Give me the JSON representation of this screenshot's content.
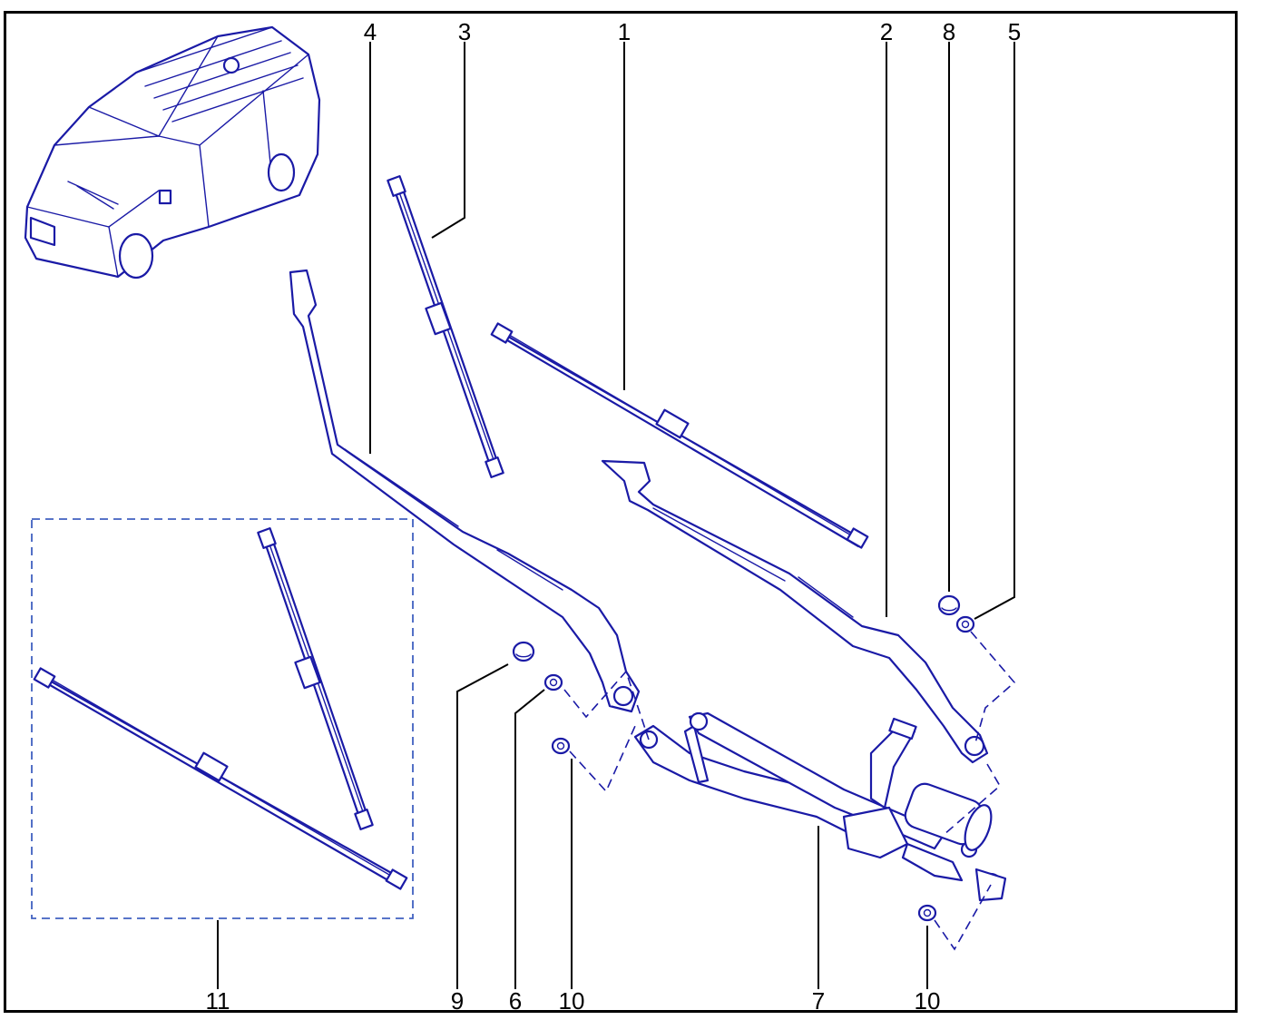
{
  "diagram": {
    "accent_color": "#1a1aa6",
    "callouts": {
      "c1": "1",
      "c2": "2",
      "c3": "3",
      "c4": "4",
      "c5": "5",
      "c6": "6",
      "c7": "7",
      "c8": "8",
      "c9": "9",
      "c10a": "10",
      "c10b": "10",
      "c11": "11"
    }
  }
}
